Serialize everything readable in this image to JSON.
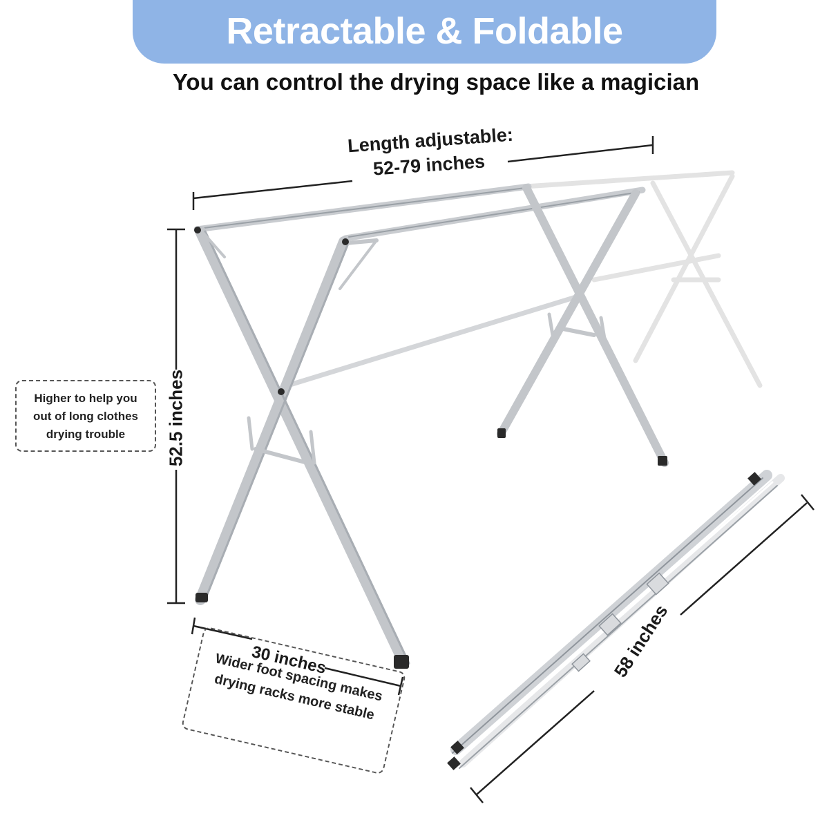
{
  "header": {
    "title": "Retractable & Foldable",
    "subtitle": "You can control the drying space like a magician"
  },
  "dimensions": {
    "length_line1": "Length adjustable:",
    "length_line2": "52-79 inches",
    "height": "52.5 inches",
    "width": "30 inches",
    "folded": "58 inches"
  },
  "notes": {
    "height_note": [
      "Higher to help you",
      "out of long clothes",
      "drying trouble"
    ],
    "width_note": [
      "Wider foot spacing makes",
      "drying racks more stable"
    ]
  },
  "colors": {
    "banner": "#8fb4e6",
    "frame": "#c9ccd0",
    "frame_shade": "#9aa0a6",
    "ghost_frame": "#e8e8e8",
    "foot": "#2a2a2a"
  }
}
